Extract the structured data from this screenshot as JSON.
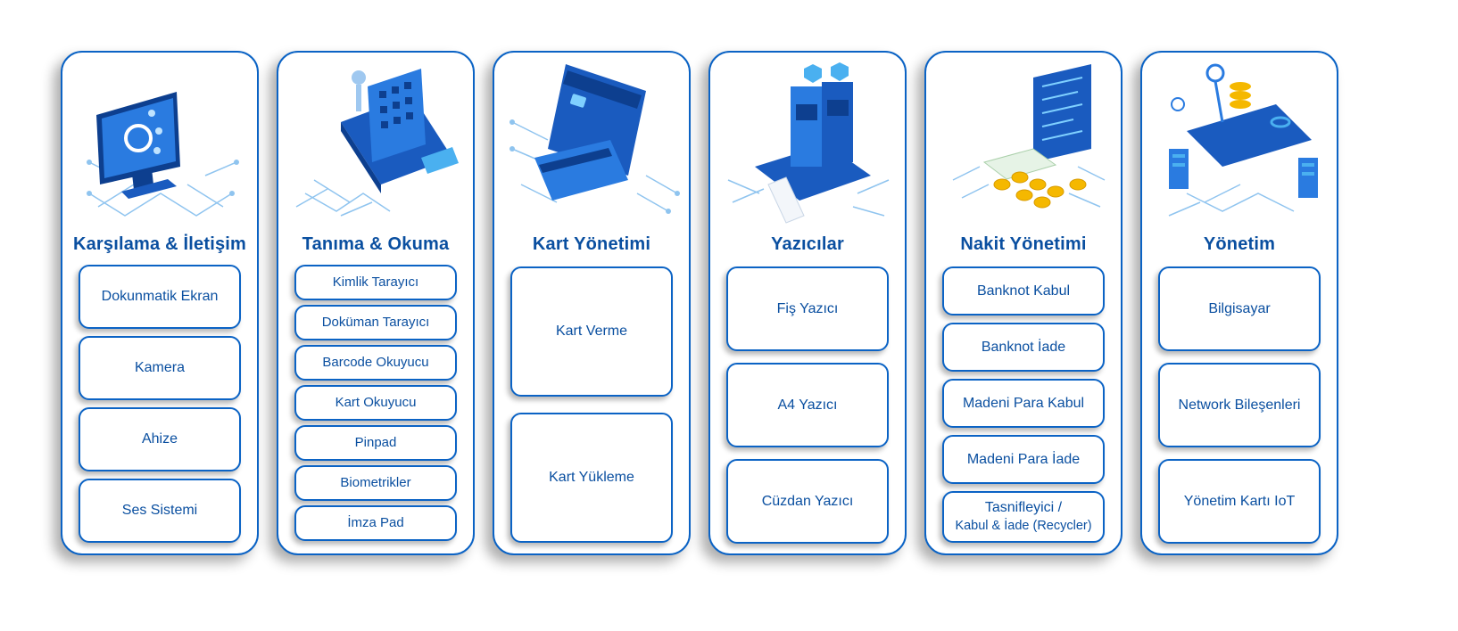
{
  "columns": [
    {
      "title": "Karşılama & İletişim",
      "icon": "touchscreen-monitor-icon",
      "items": [
        "Dokunmatik Ekran",
        "Kamera",
        "Ahize",
        "Ses Sistemi"
      ]
    },
    {
      "title": "Tanıma & Okuma",
      "icon": "card-reader-scanner-icon",
      "items": [
        "Kimlik Tarayıcı",
        "Doküman Tarayıcı",
        "Barcode Okuyucu",
        "Kart Okuyucu",
        "Pinpad",
        "Biometrikler",
        "İmza Pad"
      ]
    },
    {
      "title": "Kart Yönetimi",
      "icon": "credit-card-icon",
      "items": [
        "Kart Verme",
        "Kart Yükleme"
      ]
    },
    {
      "title": "Yazıcılar",
      "icon": "printer-icon",
      "items": [
        "Fiş Yazıcı",
        "A4 Yazıcı",
        "Cüzdan Yazıcı"
      ]
    },
    {
      "title": "Nakit Yönetimi",
      "icon": "cash-coins-icon",
      "items": [
        "Banknot Kabul",
        "Banknot İade",
        "Madeni Para Kabul",
        "Madeni Para İade",
        "Tasnifleyici /",
        "Kabul & İade (Recycler)"
      ]
    },
    {
      "title": "Yönetim",
      "icon": "servers-network-icon",
      "items": [
        "Bilgisayar",
        "Network Bileşenleri",
        "Yönetim Kartı IoT"
      ]
    }
  ],
  "colors": {
    "accent": "#0b63c5",
    "text": "#0a4fa0",
    "illustration": "#1f6fd1"
  }
}
